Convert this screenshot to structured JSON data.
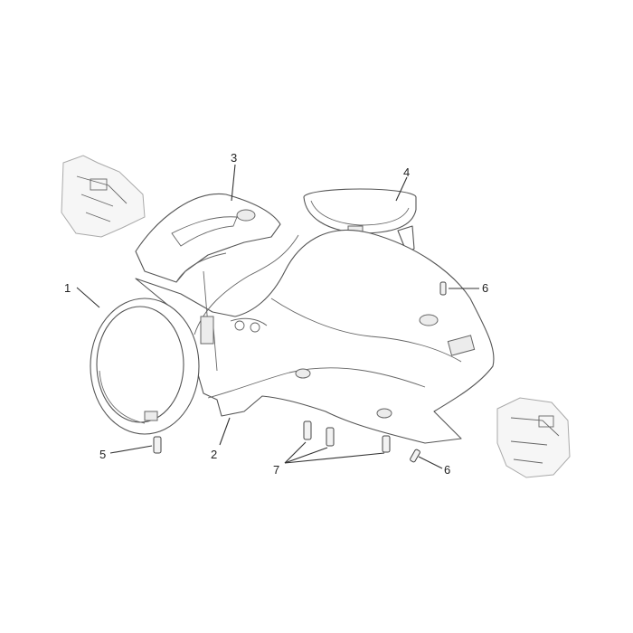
{
  "callouts": [
    {
      "id": "c1",
      "text": "1"
    },
    {
      "id": "c2",
      "text": "2"
    },
    {
      "id": "c3",
      "text": "3"
    },
    {
      "id": "c4",
      "text": "4"
    },
    {
      "id": "c5",
      "text": "5"
    },
    {
      "id": "c6a",
      "text": "6"
    },
    {
      "id": "c6b",
      "text": "6"
    },
    {
      "id": "c7",
      "text": "7"
    }
  ]
}
